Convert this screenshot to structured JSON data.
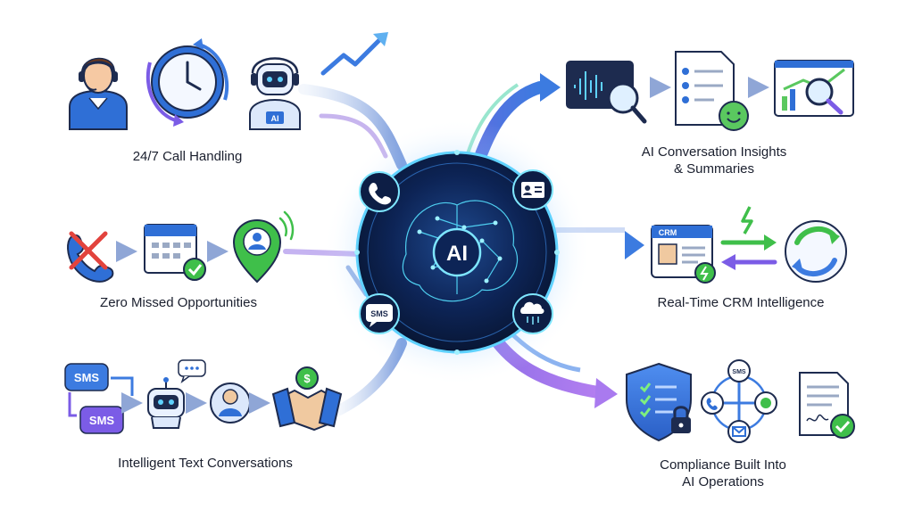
{
  "hub": {
    "label": "AI"
  },
  "features": {
    "call_handling": {
      "label": "24/7 Call Handling",
      "bot_tag": "AI"
    },
    "conversation_insights": {
      "line1": "AI Conversation Insights",
      "line2": "& Summaries"
    },
    "missed_opportunities": {
      "label": "Zero Missed Opportunities"
    },
    "crm_intelligence": {
      "label": "Real-Time CRM Intelligence",
      "crm_tag": "CRM"
    },
    "text_conversations": {
      "label": "Intelligent Text Conversations",
      "sms_tag_1": "SMS",
      "sms_tag_2": "SMS",
      "coin_symbol": "$"
    },
    "compliance": {
      "line1": "Compliance Built Into",
      "line2": "AI Operations",
      "sms_node": "SMS"
    }
  },
  "hub_nodes": {
    "sms": "SMS"
  },
  "colors": {
    "hub_dark": "#0b1b3d",
    "glow_cyan": "#38d4f5",
    "glow_purple": "#a86cf0",
    "arrow_blue": "#3c7be0",
    "accent_green": "#3fbf4a",
    "outline_navy": "#1d2b4f"
  }
}
